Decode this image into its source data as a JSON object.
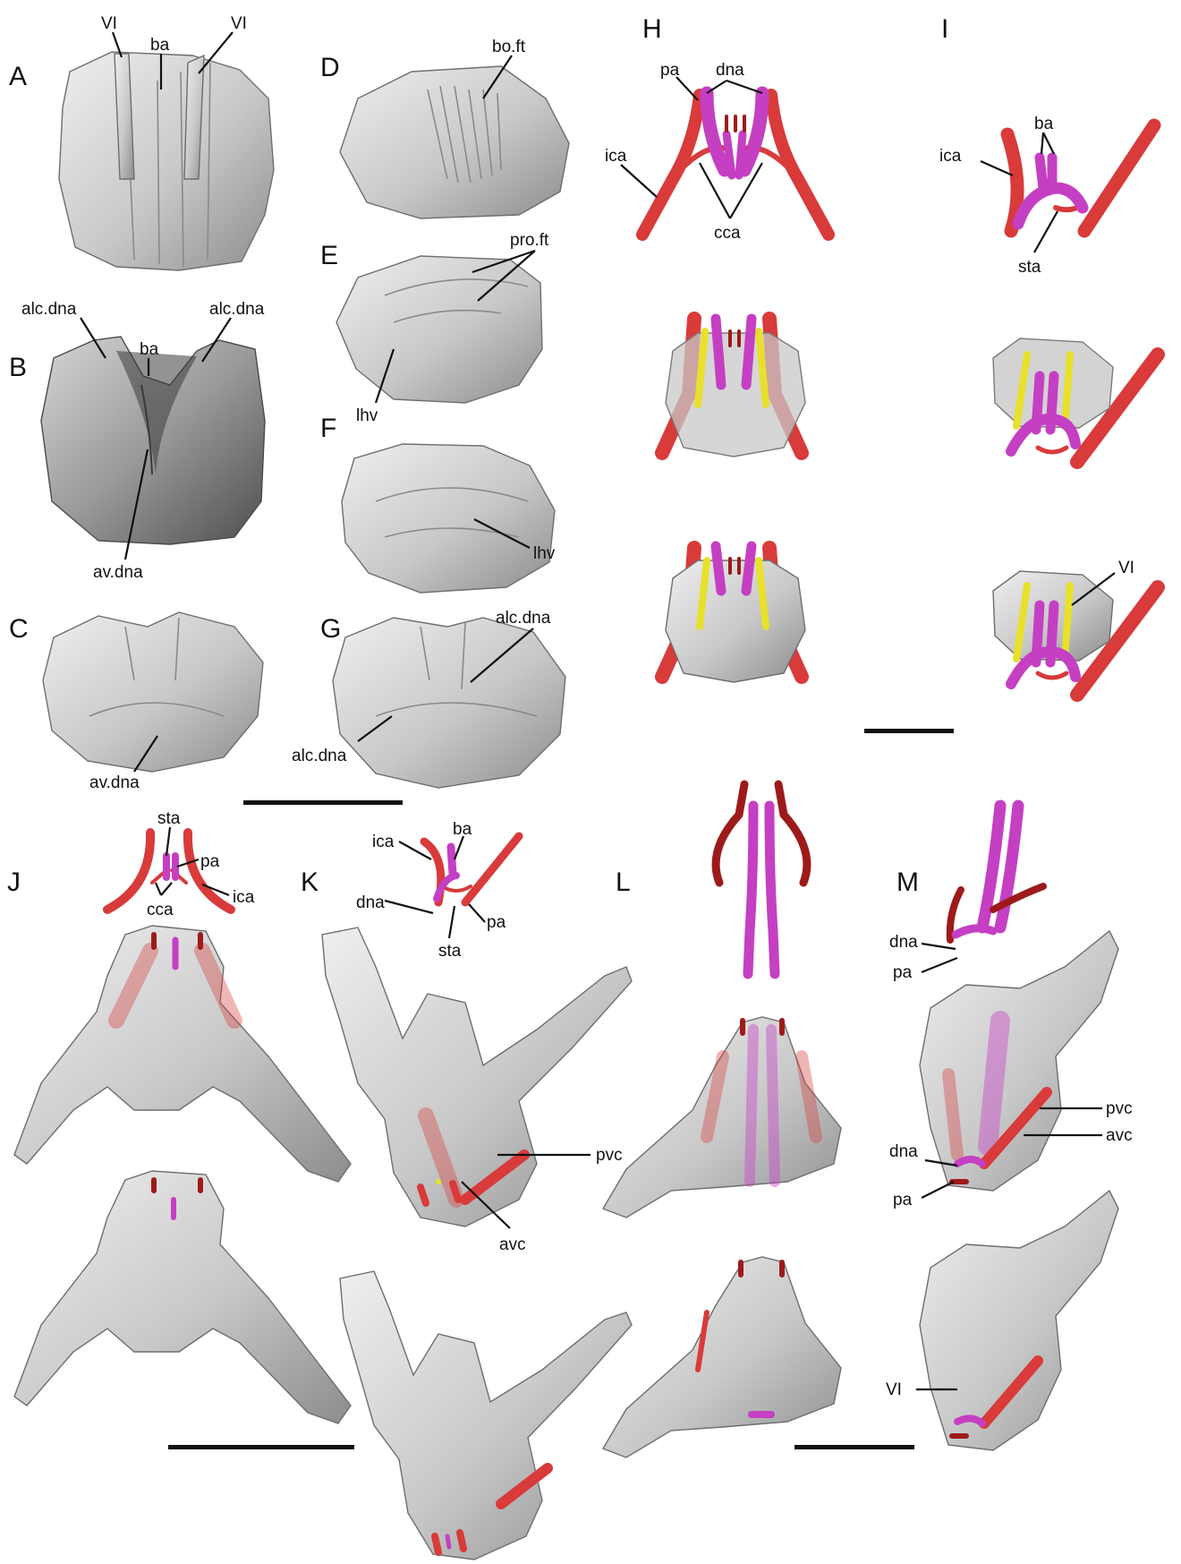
{
  "panel_letters": [
    "A",
    "B",
    "C",
    "D",
    "E",
    "F",
    "G",
    "H",
    "I",
    "J",
    "K",
    "L",
    "M"
  ],
  "labels": {
    "a_VI_left": "VI",
    "a_ba": "ba",
    "a_VI_right": "VI",
    "b_alc_dna_left": "alc.dna",
    "b_ba": "ba",
    "b_alc_dna_right": "alc.dna",
    "b_av_dna": "av.dna",
    "c_av_dna": "av.dna",
    "d_bo_ft": "bo.ft",
    "e_pro_ft": "pro.ft",
    "e_lhv": "lhv",
    "f_lhv": "lhv",
    "g_alc_dna_top": "alc.dna",
    "g_alc_dna_bottom": "alc.dna",
    "h_pa": "pa",
    "h_dna": "dna",
    "h_ica": "ica",
    "h_cca": "cca",
    "i_ba": "ba",
    "i_ica": "ica",
    "i_sta": "sta",
    "i_VI": "VI",
    "j_sta": "sta",
    "j_pa": "pa",
    "j_cca": "cca",
    "j_ica": "ica",
    "k_ica": "ica",
    "k_ba": "ba",
    "k_dna": "dna",
    "k_pa": "pa",
    "k_sta": "sta",
    "k_pvc": "pvc",
    "k_avc": "avc",
    "m_dna_top": "dna",
    "m_pa_top": "pa",
    "m_pvc": "pvc",
    "m_dna": "dna",
    "m_avc": "avc",
    "m_pa": "pa",
    "m_VI": "VI"
  },
  "colors": {
    "artery_red": "#d93a3a",
    "artery_dark_red": "#9e1a1a",
    "dorsal_artery_pink": "#c53fc3",
    "nerve_yellow": "#e8e02a",
    "bone_grey": "#c9c9c9"
  }
}
